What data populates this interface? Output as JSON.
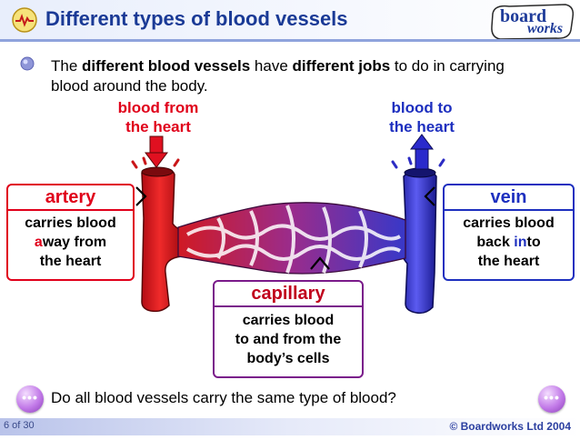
{
  "header": {
    "title": "Different types of blood vessels",
    "logo_text_1": "board",
    "logo_text_2": "works"
  },
  "intro": {
    "pre": "The ",
    "bold1": "different blood vessels",
    "mid": " have ",
    "bold2": "different jobs",
    "post": " to do in carrying blood around the body."
  },
  "labels": {
    "blood_from_heart_1": "blood from",
    "blood_from_heart_2": "the heart",
    "blood_to_heart_1": "blood to",
    "blood_to_heart_2": "the heart"
  },
  "artery": {
    "title": "artery",
    "line1": "carries blood",
    "line2_pre": "",
    "line2_hl": "a",
    "line2_post": "way from",
    "line3": "the heart"
  },
  "vein": {
    "title": "vein",
    "line1": "carries blood",
    "line2_pre": "back ",
    "line2_hl": "in",
    "line2_post": "to",
    "line3": "the heart"
  },
  "capillary": {
    "title": "capillary",
    "line1": "carries blood",
    "line2": "to and from the",
    "line3": "body’s cells"
  },
  "question": "Do all blood vessels carry the same type of blood?",
  "footer": {
    "page": "6 of 30",
    "copyright": "© Boardworks Ltd 2004"
  },
  "nav": {
    "prev_glyph": "•••",
    "next_glyph": "•••"
  },
  "colors": {
    "artery": "#d8141e",
    "vein": "#3a3ad0",
    "title": "#1a3a96",
    "accent_red": "#e0001a",
    "accent_blue": "#1d2fbf"
  }
}
